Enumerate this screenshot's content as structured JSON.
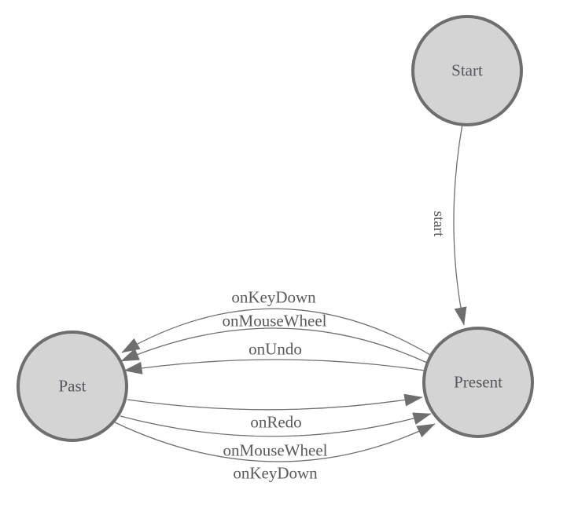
{
  "diagram": {
    "type": "state-machine",
    "nodes": [
      {
        "id": "start",
        "label": "Start"
      },
      {
        "id": "past",
        "label": "Past"
      },
      {
        "id": "present",
        "label": "Present"
      }
    ],
    "edges": [
      {
        "id": "start-to-present",
        "from": "start",
        "to": "present",
        "label": "start"
      },
      {
        "id": "present-to-past-keydown",
        "from": "present",
        "to": "past",
        "label": "onKeyDown"
      },
      {
        "id": "present-to-past-mousewheel",
        "from": "present",
        "to": "past",
        "label": "onMouseWheel"
      },
      {
        "id": "present-to-past-undo",
        "from": "present",
        "to": "past",
        "label": "onUndo"
      },
      {
        "id": "past-to-present-redo",
        "from": "past",
        "to": "present",
        "label": "onRedo"
      },
      {
        "id": "past-to-present-mousewheel",
        "from": "past",
        "to": "present",
        "label": "onMouseWheel"
      },
      {
        "id": "past-to-present-keydown",
        "from": "past",
        "to": "present",
        "label": "onKeyDown"
      }
    ],
    "colors": {
      "node_fill": "#d4d4d4",
      "node_stroke": "#6e6e6e",
      "edge_line": "#6f6f6f",
      "arrow": "#6e6e6e",
      "node_text": "#54575c",
      "edge_text": "#5a5a5a"
    }
  }
}
